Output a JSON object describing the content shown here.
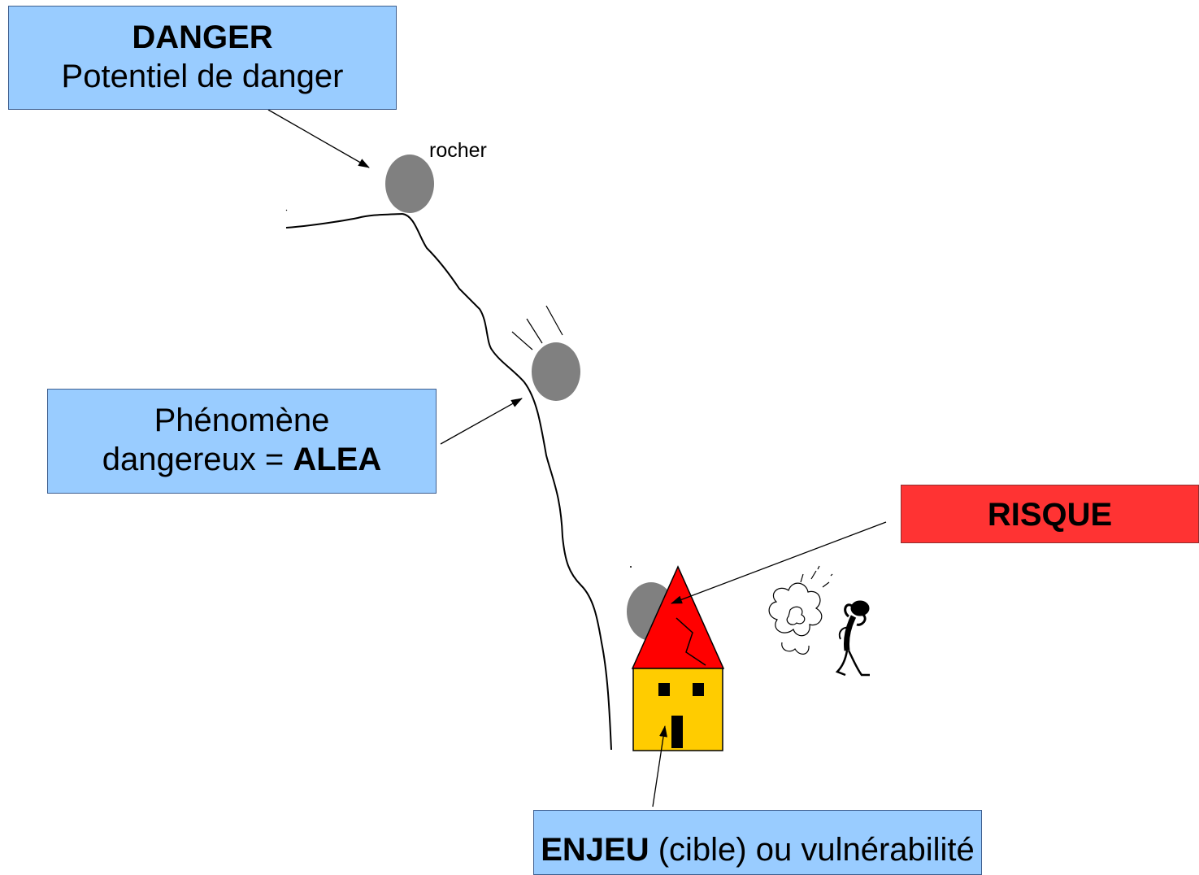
{
  "boxes": {
    "danger": {
      "title": "DANGER",
      "subtitle": "Potentiel de danger",
      "color": "#99ccff"
    },
    "alea": {
      "line1": "Phénomène",
      "line2_prefix": "dangereux = ",
      "line2_bold": "ALEA",
      "color": "#99ccff"
    },
    "risque": {
      "label": "RISQUE",
      "color": "#ff3333"
    },
    "enjeu": {
      "bold": "ENJEU",
      "rest": " (cible) ou vulnérabilité",
      "color": "#99ccff"
    }
  },
  "labels": {
    "rock": "rocher"
  },
  "colors": {
    "rock": "#808080",
    "roof": "#ff0000",
    "wall": "#ffcc00",
    "window": "#000000"
  }
}
